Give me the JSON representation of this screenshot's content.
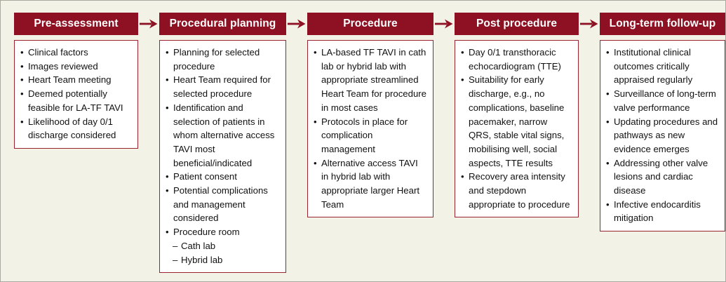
{
  "figure": {
    "type": "horizontal-process-flow",
    "background_color": "#f3f2e7",
    "frame_border_color": "#a9a9a1",
    "header_fill_color": "#8d1122",
    "header_text_color": "#ffffff",
    "body_border_color": "#9a2330",
    "body_fill_color": "#ffffff",
    "arrow_color": "#8d1122",
    "arrow_icon_name": "right-arrow-icon",
    "bullet_glyph": "•",
    "sub_bullet_glyph": "–"
  },
  "stages": [
    {
      "id": "pre-assessment",
      "title": "Pre-assessment",
      "items": [
        {
          "text": "Clinical factors",
          "level": 1
        },
        {
          "text": "Images reviewed",
          "level": 1
        },
        {
          "text": "Heart Team meeting",
          "level": 1
        },
        {
          "text": "Deemed potentially feasible for LA-TF TAVI",
          "level": 1
        },
        {
          "text": "Likelihood of day 0/1 discharge considered",
          "level": 1
        }
      ]
    },
    {
      "id": "procedural-planning",
      "title": "Procedural planning",
      "items": [
        {
          "text": "Planning for selected procedure",
          "level": 1
        },
        {
          "text": "Heart Team required for selected procedure",
          "level": 1
        },
        {
          "text": "Identification and selection of patients in whom alternative access TAVI most beneficial/indicated",
          "level": 1
        },
        {
          "text": "Patient consent",
          "level": 1
        },
        {
          "text": "Potential complications and management considered",
          "level": 1
        },
        {
          "text": "Procedure room",
          "level": 1
        },
        {
          "text": "Cath lab",
          "level": 2
        },
        {
          "text": "Hybrid lab",
          "level": 2
        }
      ]
    },
    {
      "id": "procedure",
      "title": "Procedure",
      "items": [
        {
          "text": "LA-based TF TAVI in cath lab or hybrid lab with appropriate streamlined Heart Team for procedure in most cases",
          "level": 1
        },
        {
          "text": "Protocols in place for complication management",
          "level": 1
        },
        {
          "text": "Alternative access TAVI in hybrid lab with appropriate larger Heart Team",
          "level": 1
        }
      ]
    },
    {
      "id": "post-procedure",
      "title": "Post procedure",
      "items": [
        {
          "text": "Day 0/1 transthoracic echocardiogram (TTE)",
          "level": 1
        },
        {
          "text": "Suitability for early discharge, e.g., no complications, baseline pacemaker, narrow QRS, stable vital signs, mobilising well, social aspects, TTE results",
          "level": 1
        },
        {
          "text": "Recovery area intensity and stepdown appropriate to procedure",
          "level": 1
        }
      ]
    },
    {
      "id": "long-term-follow-up",
      "title": "Long-term follow-up",
      "items": [
        {
          "text": "Institutional clinical outcomes critically appraised regularly",
          "level": 1
        },
        {
          "text": "Surveillance of long-term valve performance",
          "level": 1
        },
        {
          "text": "Updating procedures and pathways as new evidence emerges",
          "level": 1
        },
        {
          "text": "Addressing other valve lesions and cardiac disease",
          "level": 1
        },
        {
          "text": "Infective endocarditis mitigation",
          "level": 1
        }
      ]
    }
  ]
}
